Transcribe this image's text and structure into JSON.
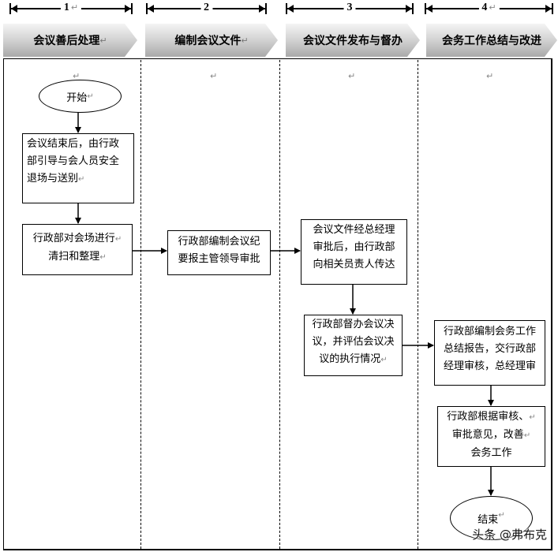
{
  "stage_numbers": [
    "1",
    "2",
    "3",
    "4"
  ],
  "para_mark": "↵",
  "headers": [
    "会议善后处理",
    "编制会议文件",
    "会议文件发布与督办",
    "会务工作总结与改进"
  ],
  "nodes": {
    "start": "开始",
    "n1": [
      "会议结束后，由行政",
      "部引导与会人员安全",
      "退场与送别"
    ],
    "n2": [
      "行政部对会场进行",
      "清扫和整理"
    ],
    "n3": [
      "行政部编制会议纪",
      "要报主管领导审批"
    ],
    "n4": [
      "会议文件经总经理",
      "审批后，由行政部",
      "向相关员责人传达"
    ],
    "n5": [
      "行政部督办会议决",
      "议，并评估会议决",
      "议的执行情况"
    ],
    "n6": [
      "行政部编制会务工作",
      "总结报告，交行政部",
      "经理审核，总经理审"
    ],
    "n7": [
      "行政部根据审核、",
      "审批意见，改善",
      "会务工作"
    ],
    "end": "结束"
  },
  "watermark": "头条 @弗布克"
}
